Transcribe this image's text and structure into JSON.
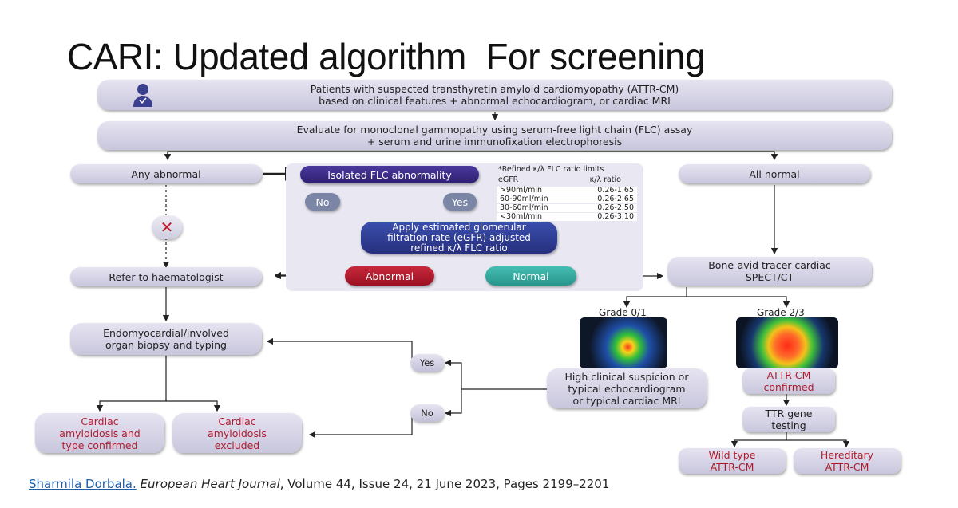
{
  "slide": {
    "title": "CARI: Updated algorithm  For screening"
  },
  "flow": {
    "top_box": [
      "Patients with suspected transthyretin amyloid cardiomyopathy (ATTR-CM)",
      "based on clinical features + abnormal echocardiogram, or cardiac MRI"
    ],
    "evaluate_box": [
      "Evaluate for monoclonal gammopathy using serum-free light chain (FLC) assay",
      "+ serum and urine immunofixation electrophoresis"
    ],
    "any_abnormal": "Any abnormal",
    "isolated_flc": "Isolated FLC abnormality",
    "all_normal": "All normal",
    "no": "No",
    "yes": "Yes",
    "egfr_box": [
      "Apply estimated glomerular",
      "filtration rate (eGFR) adjusted",
      "refined κ/λ FLC ratio"
    ],
    "abnormal": "Abnormal",
    "normal": "Normal",
    "refer": "Refer to haematologist",
    "bone_avid": [
      "Bone-avid tracer cardiac",
      "SPECT/CT"
    ],
    "grade_01": "Grade 0/1",
    "grade_23": "Grade 2/3",
    "biopsy": [
      "Endomyocardial/involved",
      "organ biopsy and typing"
    ],
    "suspicion": [
      "High clinical suspicion or",
      "typical echocardiogram",
      "or typical cardiac MRI"
    ],
    "yes2": "Yes",
    "no2": "No",
    "attr_confirmed": [
      "ATTR-CM",
      "confirmed"
    ],
    "ttr_gene": [
      "TTR gene",
      "testing"
    ],
    "confirmed": [
      "Cardiac",
      "amyloidosis and",
      "type confirmed"
    ],
    "excluded": [
      "Cardiac",
      "amyloidosis",
      "excluded"
    ],
    "wild": [
      "Wild type",
      "ATTR-CM"
    ],
    "hereditary": [
      "Hereditary",
      "ATTR-CM"
    ],
    "x_mark": "✕"
  },
  "ratio_table": {
    "note": "*Refined κ/λ FLC ratio limits",
    "col1": "eGFR",
    "col2": "κ/λ ratio",
    "rows": [
      [
        ">90ml/min",
        "0.26-1.65"
      ],
      [
        "60-90ml/min",
        "0.26-2.65"
      ],
      [
        "30-60ml/min",
        "0.26-2.50"
      ],
      [
        "<30ml/min",
        "0.26-3.10"
      ]
    ]
  },
  "citation": {
    "author": "Sharmila Dorbala.",
    "journal": "European Heart Journal",
    "details": ", Volume 44, Issue 24, 21 June 2023, Pages 2199–2201"
  },
  "colors": {
    "box": "#d6d4e8",
    "flc_pill": "#3b2a86",
    "egfr_pill": "#2f3f9a",
    "abnormal_pill": "#b3172b",
    "normal_pill": "#2fa89e",
    "small_pill": "#7b86a6",
    "confirmed_text": "#b01c2e"
  },
  "icons": {
    "patient": "patient-icon"
  }
}
